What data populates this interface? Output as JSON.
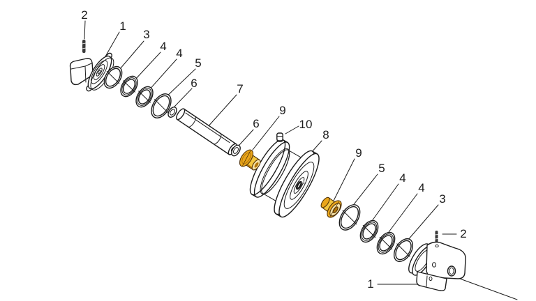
{
  "diagram": {
    "kind": "exploded-view-parts-diagram",
    "highlighted_callout": "9",
    "colors": {
      "line": "#1c1c1c",
      "background": "#ffffff",
      "bushing_gold": "#eaa61b",
      "bushing_gold_light": "#f5c73e",
      "bushing_pale": "#f6e2a6",
      "bushing_dark": "#b4770a",
      "bushing_outline": "#53350a"
    },
    "callouts": [
      {
        "label": "2"
      },
      {
        "label": "1"
      },
      {
        "label": "3"
      },
      {
        "label": "4"
      },
      {
        "label": "4"
      },
      {
        "label": "5"
      },
      {
        "label": "6"
      },
      {
        "label": "7"
      },
      {
        "label": "9"
      },
      {
        "label": "6"
      },
      {
        "label": "10"
      },
      {
        "label": "8"
      },
      {
        "label": "9"
      },
      {
        "label": "5"
      },
      {
        "label": "4"
      },
      {
        "label": "4"
      },
      {
        "label": "3"
      },
      {
        "label": "2"
      },
      {
        "label": "1"
      }
    ]
  }
}
